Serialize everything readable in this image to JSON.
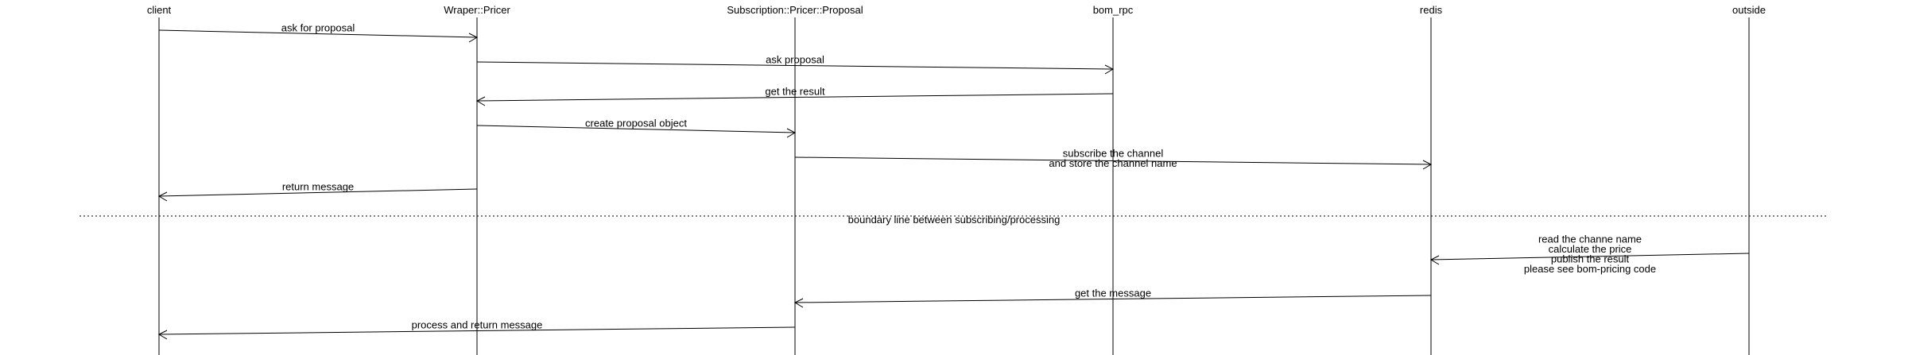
{
  "participants": [
    {
      "id": "client",
      "label": "client"
    },
    {
      "id": "wraper",
      "label": "Wraper::Pricer"
    },
    {
      "id": "proposal",
      "label": "Subscription::Pricer::Proposal"
    },
    {
      "id": "bom_rpc",
      "label": "bom_rpc"
    },
    {
      "id": "redis",
      "label": "redis"
    },
    {
      "id": "outside",
      "label": "outside"
    }
  ],
  "messages": [
    {
      "from": "client",
      "to": "wraper",
      "lines": [
        "ask for proposal"
      ]
    },
    {
      "from": "wraper",
      "to": "bom_rpc",
      "lines": [
        "ask proposal"
      ]
    },
    {
      "from": "bom_rpc",
      "to": "wraper",
      "lines": [
        "get the result"
      ]
    },
    {
      "from": "wraper",
      "to": "proposal",
      "lines": [
        "create proposal object"
      ]
    },
    {
      "from": "proposal",
      "to": "redis",
      "lines": [
        "subscribe the channel",
        "and store the channel name"
      ]
    },
    {
      "from": "wraper",
      "to": "client",
      "lines": [
        "return message"
      ]
    },
    {
      "from": "outside",
      "to": "redis",
      "lines": [
        "read the channe name",
        "calculate the price",
        "publish the result",
        "please see bom-pricing code"
      ]
    },
    {
      "from": "redis",
      "to": "proposal",
      "lines": [
        "get the message"
      ]
    },
    {
      "from": "proposal",
      "to": "client",
      "lines": [
        "process and return message"
      ]
    }
  ],
  "divider": {
    "label": "boundary line between subscribing/processing"
  }
}
